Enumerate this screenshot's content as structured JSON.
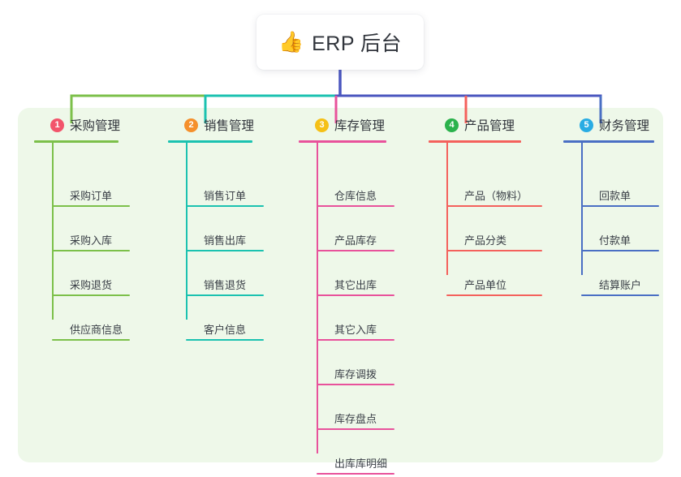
{
  "diagram": {
    "type": "org-tree",
    "title": "ERP 后台",
    "title_emoji": "👍",
    "panel_color": "#eef8e9",
    "background": "#ffffff",
    "root": {
      "label": "ERP 后台",
      "icon": "thumbs-up-icon",
      "stem_color": "#4a56bf"
    },
    "branches": [
      {
        "index": "1",
        "label": "采购管理",
        "badge_color": "#f2546b",
        "line_color": "#7cc04a",
        "items": [
          "采购订单",
          "采购入库",
          "采购退货",
          "供应商信息"
        ]
      },
      {
        "index": "2",
        "label": "销售管理",
        "badge_color": "#f5902c",
        "line_color": "#1bc2b0",
        "items": [
          "销售订单",
          "销售出库",
          "销售退货",
          "客户信息"
        ]
      },
      {
        "index": "3",
        "label": "库存管理",
        "badge_color": "#f5c016",
        "line_color": "#e8529b",
        "items": [
          "仓库信息",
          "产品库存",
          "其它出库",
          "其它入库",
          "库存调拨",
          "库存盘点",
          "出库库明细"
        ]
      },
      {
        "index": "4",
        "label": "产品管理",
        "badge_color": "#2bb24c",
        "line_color": "#f4615c",
        "items": [
          "产品（物料）",
          "产品分类",
          "产品单位"
        ]
      },
      {
        "index": "5",
        "label": "财务管理",
        "badge_color": "#29ace3",
        "line_color": "#4a6fc4",
        "items": [
          "回款单",
          "付款单",
          "结算账户"
        ]
      }
    ],
    "trunk": {
      "segments": [
        {
          "color": "#7cc04a",
          "from_branch": "1",
          "to_branch": "2"
        },
        {
          "color": "#1bc2b0",
          "from_branch": "2",
          "to_branch": "3"
        },
        {
          "color": "#4a56bf",
          "from_branch": "3",
          "to_branch": "5"
        }
      ]
    }
  }
}
